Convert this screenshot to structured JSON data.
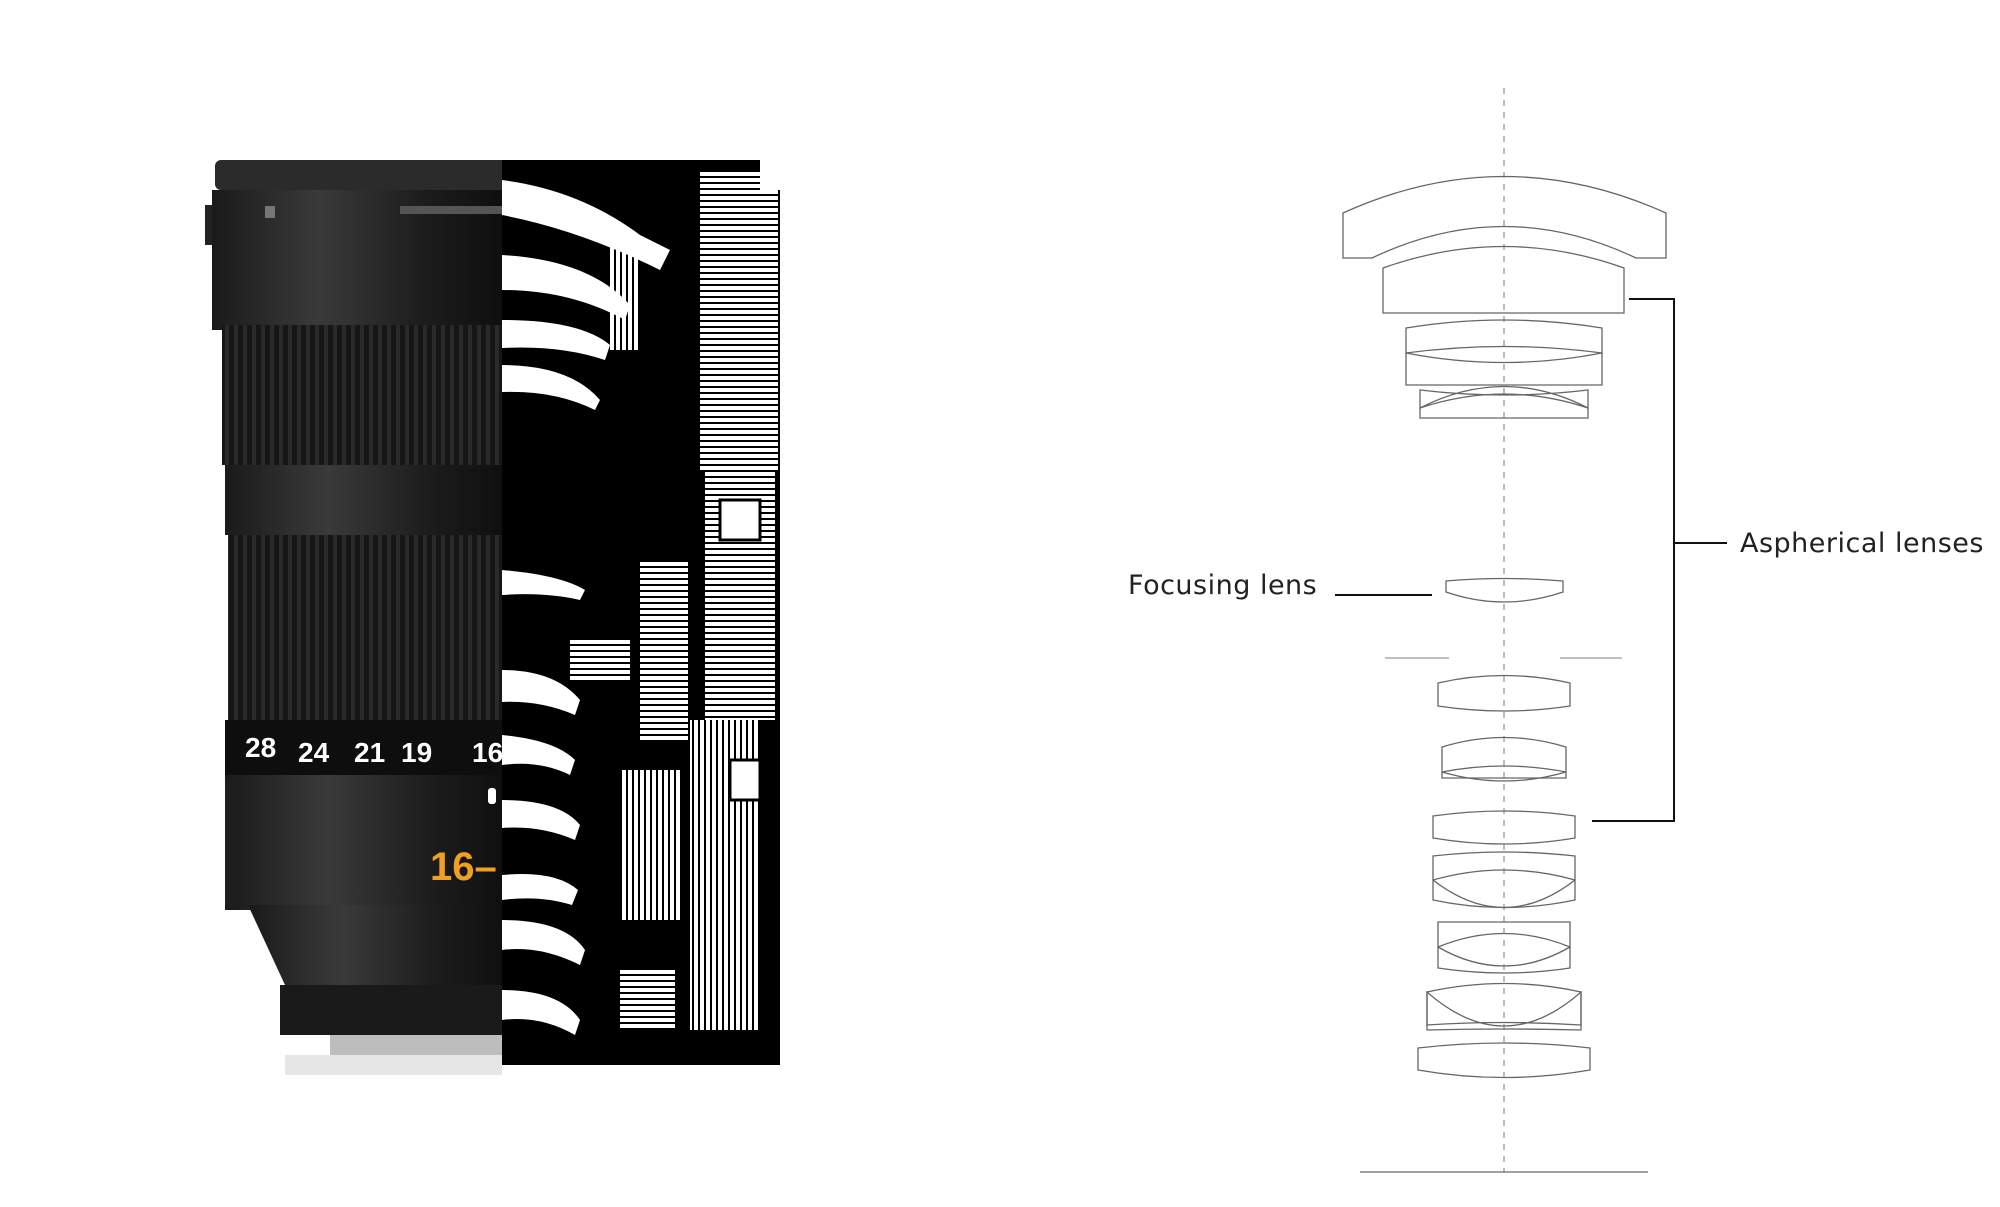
{
  "lens_photo": {
    "focal_scale": [
      "28",
      "24",
      "21",
      "19",
      "16"
    ],
    "focal_range_text": "16–",
    "focal_color": "#f0a020"
  },
  "optical_diagram": {
    "labels": {
      "focusing": "Focusing lens",
      "aspherical": "Aspherical lenses"
    },
    "line_color": "#666666"
  }
}
